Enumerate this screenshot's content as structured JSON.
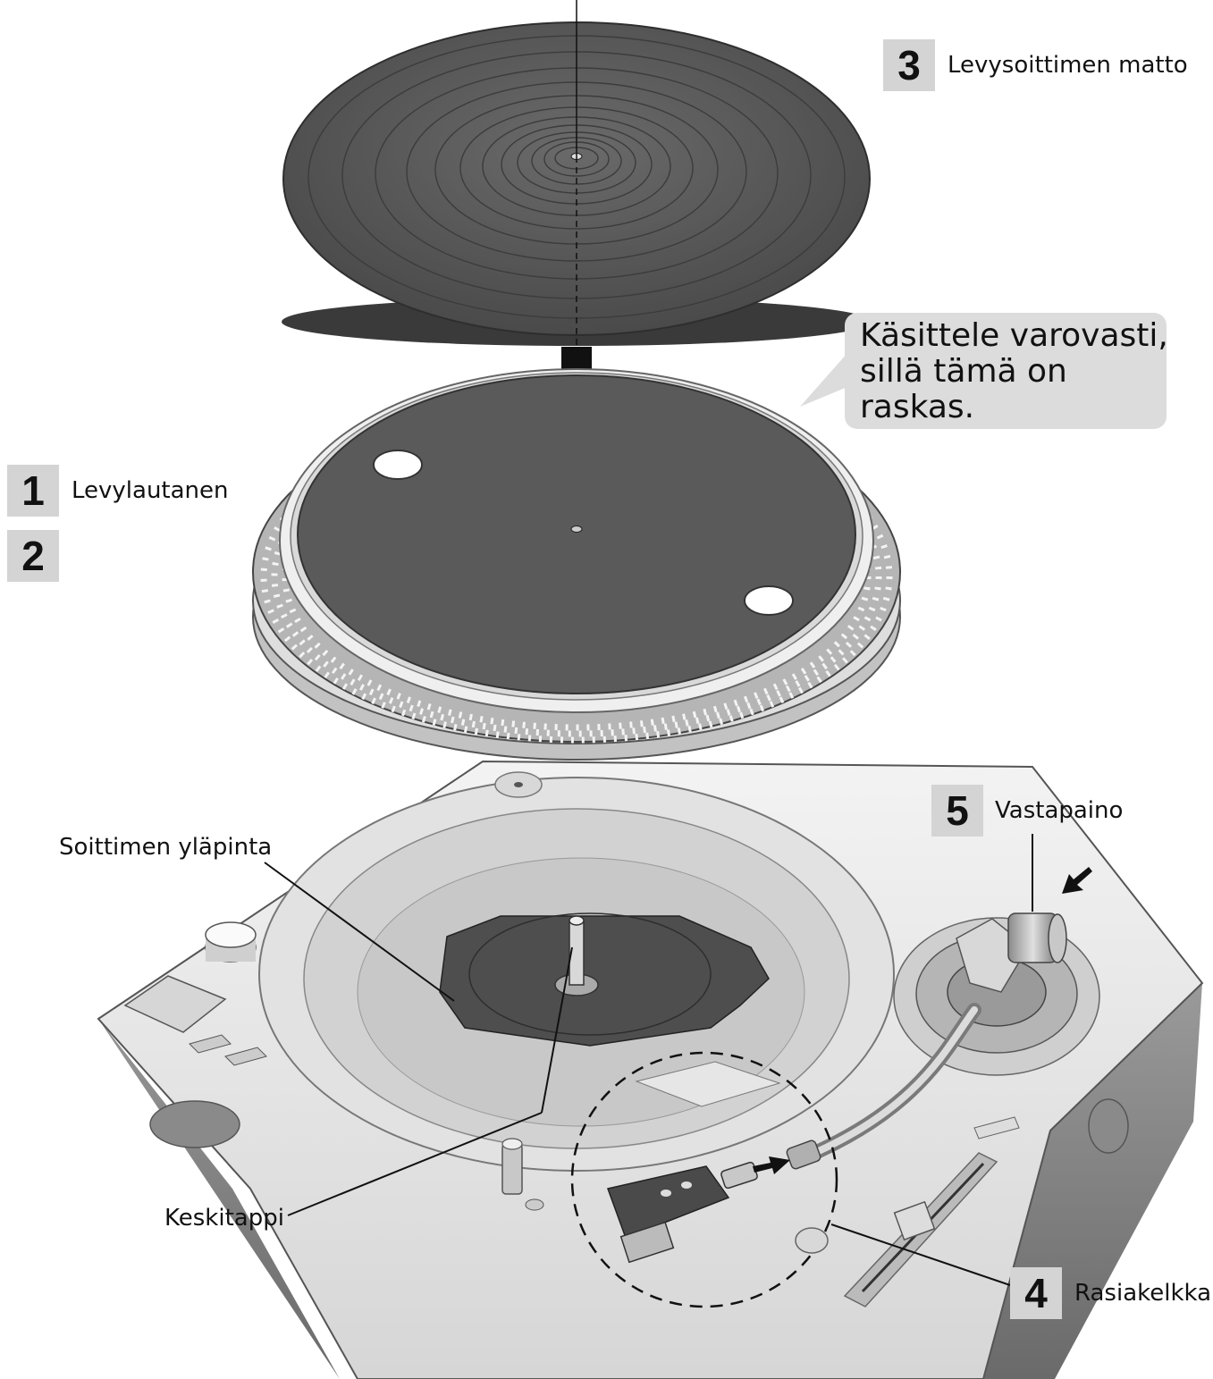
{
  "parts": {
    "mat": {
      "number": "3",
      "label": "Levysoittimen matto"
    },
    "platter": {
      "number": "1",
      "label": "Levylautanen"
    },
    "platter_second": {
      "number": "2"
    },
    "counterweight": {
      "number": "5",
      "label": "Vastapaino"
    },
    "headshell": {
      "number": "4",
      "label": "Rasiakelkka"
    }
  },
  "callouts": {
    "top_surface": "Soittimen yläpinta",
    "center_spindle": "Keskitappi"
  },
  "warning": {
    "text": "Käsittele varovasti,\nsillä tämä on\nraskas."
  },
  "colors": {
    "rubber_mat": "#555555",
    "badge_bg": "#d4d4d4",
    "bubble_bg": "#dcdcdc",
    "metal": "#e6e6e6"
  }
}
